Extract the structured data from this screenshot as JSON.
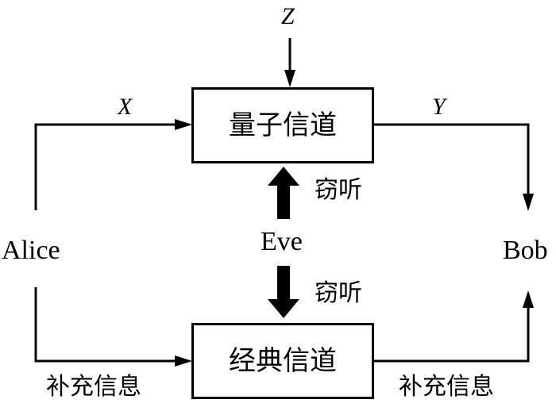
{
  "diagram": {
    "title": "",
    "nodes": {
      "alice": "Alice",
      "bob": "Bob",
      "eve": "Eve",
      "quantum_channel": "量子信道",
      "classical_channel": "经典信道"
    },
    "variables": {
      "x": "X",
      "y": "Y",
      "z": "Z"
    },
    "edge_labels": {
      "eavesdrop_quantum": "窃听",
      "eavesdrop_classical": "窃听",
      "side_info_alice": "补充信息",
      "side_info_bob": "补充信息"
    },
    "edges": [
      {
        "from": "Alice",
        "to": "量子信道",
        "label": "X"
      },
      {
        "from": "量子信道",
        "to": "Bob",
        "label": "Y"
      },
      {
        "from": "Z",
        "to": "量子信道",
        "label": ""
      },
      {
        "from": "Eve",
        "to": "量子信道",
        "label": "窃听"
      },
      {
        "from": "Eve",
        "to": "经典信道",
        "label": "窃听"
      },
      {
        "from": "Alice",
        "to": "经典信道",
        "label": "补充信息"
      },
      {
        "from": "经典信道",
        "to": "Bob",
        "label": "补充信息"
      }
    ],
    "colors": {
      "stroke": "#000000",
      "background": "#ffffff"
    }
  }
}
